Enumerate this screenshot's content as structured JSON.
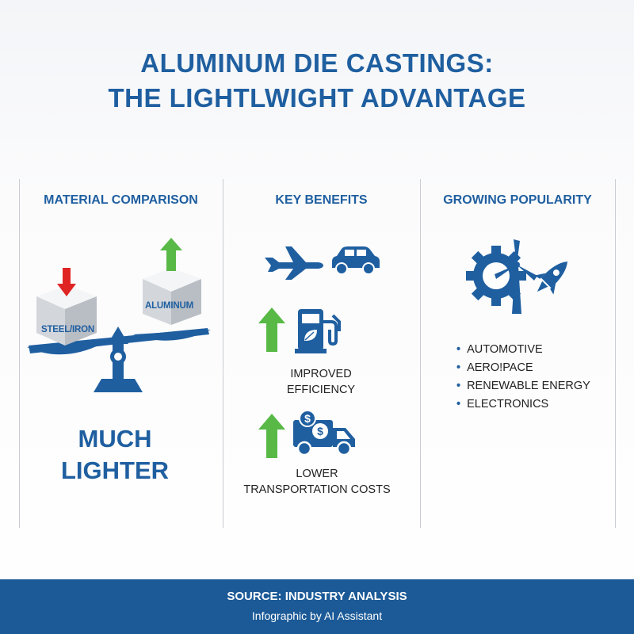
{
  "title": {
    "line1": "ALUMINUM DIE CASTINGS:",
    "line2": "THE LIGHTLWIGHT ADVANTAGE"
  },
  "columns": {
    "material": {
      "heading": "MATERIAL COMPARISON",
      "left_cube_label": "STEEL/IRON",
      "right_cube_label": "ALUMINUM",
      "result_line1": "MUCH",
      "result_line2": "LIGHTER",
      "icons": [
        "red-down-arrow-icon",
        "green-up-arrow-icon",
        "balance-scale-icon",
        "cube-icon"
      ]
    },
    "benefits": {
      "heading": "KEY BENEFITS",
      "icons": [
        "airplane-icon",
        "car-icon",
        "green-up-arrow-icon",
        "fuel-pump-leaf-icon",
        "truck-dollar-icon"
      ],
      "item1_line1": "IMPROVED",
      "item1_line2": "EFFICIENCY",
      "item2_line1": "LOWER",
      "item2_line2": "TRANSPORTATION COSTS"
    },
    "popularity": {
      "heading": "GROWING POPULARITY",
      "icons": [
        "gear-icon",
        "wind-turbine-icon",
        "rocket-icon"
      ],
      "bullets": [
        "AUTOMOTIVE",
        "AERO!PACE",
        "RENEWABLE ENERGY",
        "ELECTRONICS"
      ]
    }
  },
  "footer": {
    "source": "SOURCE: INDUSTRY ANALYSIS",
    "credit": "Infographic by AI Assistant"
  },
  "colors": {
    "primary_blue": "#1f5fa0",
    "footer_blue": "#1b5a97",
    "arrow_green": "#58b947",
    "arrow_red": "#e02424"
  }
}
